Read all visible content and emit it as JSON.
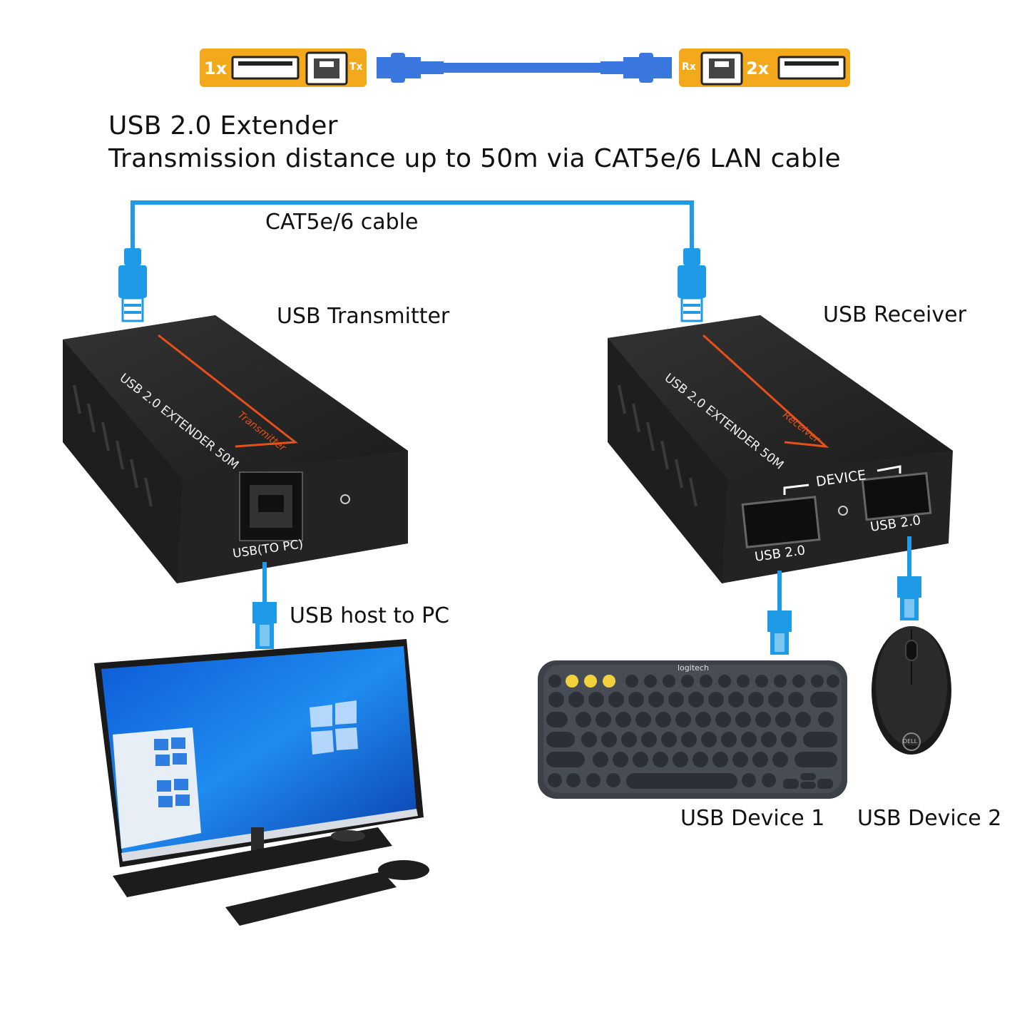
{
  "banner": {
    "left_count": "1x",
    "left_tag": "Tx",
    "right_count": "2x",
    "right_tag": "Rx",
    "color": "#f4a81c",
    "cable_color": "#3a78e0"
  },
  "heading": {
    "line1": "USB 2.0 Extender",
    "line2": "Transmission distance up to 50m via CAT5e/6 LAN cable"
  },
  "labels": {
    "cable": "CAT5e/6 cable",
    "transmitter": "USB Transmitter",
    "receiver": "USB Receiver",
    "host": "USB host to PC",
    "device1": "USB Device 1",
    "device2": "USB Device 2"
  },
  "transmitter_box": {
    "top_text": "USB 2.0 EXTENDER 50M",
    "sub_text": "Transmitter",
    "port_label": "USB(TO PC)"
  },
  "receiver_box": {
    "top_text": "USB 2.0 EXTENDER 50M",
    "sub_text": "Receiver",
    "device_label": "DEVICE",
    "port1_label": "USB 2.0",
    "port2_label": "USB 2.0"
  },
  "keyboard": {
    "brand": "logitech"
  },
  "mouse": {
    "brand": "DELL"
  },
  "colors": {
    "cable_blue": "#1f9ae6",
    "box_dark": "#262626",
    "accent_orange": "#e8501a"
  }
}
